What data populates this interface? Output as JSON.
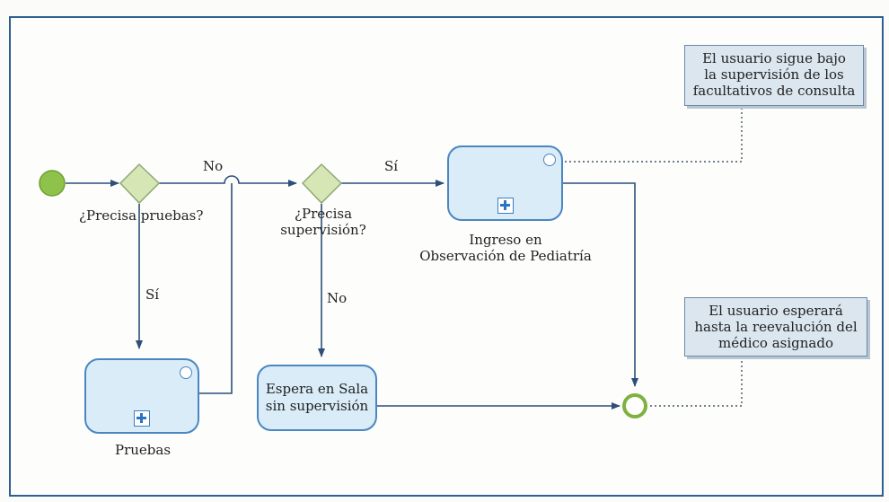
{
  "colors": {
    "frame": "#2e5f8e",
    "task_fill": "#d9ecf8",
    "task_border": "#4b86c2",
    "gateway_fill": "#d6e6b4",
    "start_event": "#8fc24a",
    "end_event": "#7fb13f",
    "annotation_fill": "#dbe6ef"
  },
  "gateways": {
    "tests": "¿Precisa pruebas?",
    "supervision_line1": "¿Precisa",
    "supervision_line2": "supervisión?"
  },
  "flows": {
    "tests_no": "No",
    "tests_yes": "Sí",
    "supervision_yes": "Sí",
    "supervision_no": "No"
  },
  "tasks": {
    "pruebas": "Pruebas",
    "ingreso_line1": "Ingreso en",
    "ingreso_line2": "Observación de Pediatría",
    "espera_line1": "Espera en Sala",
    "espera_line2": "sin supervisión"
  },
  "annotations": {
    "top": [
      "El usuario sigue bajo",
      "la supervisión de los",
      "facultativos de consulta"
    ],
    "bottom": [
      "El usuario esperará",
      "hasta la reevalución del",
      "médico asignado"
    ]
  }
}
